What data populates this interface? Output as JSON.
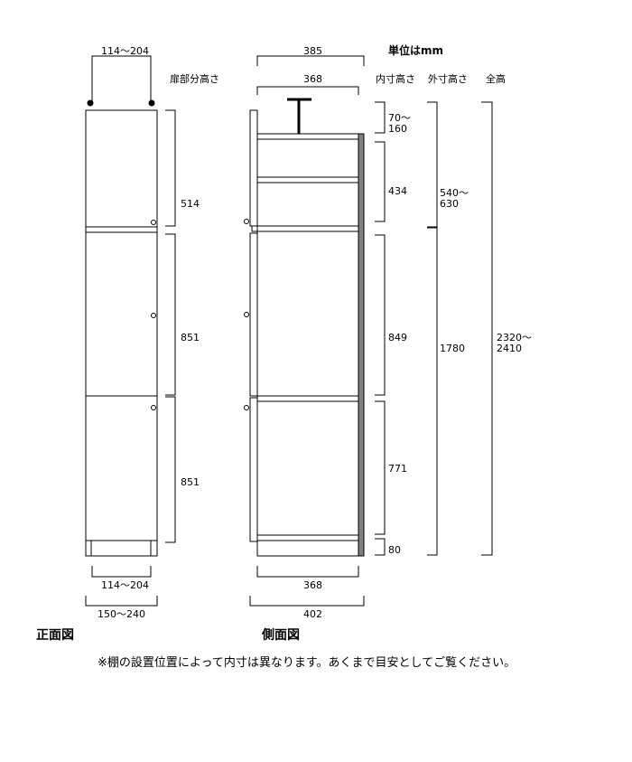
{
  "unit_label": "単位はmm",
  "col_headers": {
    "door_height": "扉部分高さ",
    "inner_height": "内寸高さ",
    "outer_height": "外寸高さ",
    "total_height": "全高"
  },
  "front": {
    "title": "正面図",
    "top_width": "114〜204",
    "bottom_inner_width": "114〜204",
    "bottom_outer_width": "150〜240",
    "door_heights": [
      "514",
      "851",
      "851"
    ]
  },
  "side": {
    "title": "側面図",
    "top_outer": "385",
    "top_inner": "368",
    "bottom_inner": "368",
    "bottom_outer": "402",
    "inner_heights": [
      "70〜\n160",
      "434",
      "849",
      "771",
      "80"
    ],
    "outer_heights": [
      "540〜\n630",
      "1780"
    ],
    "total_height": "2320〜\n2410"
  },
  "footnote": "※棚の設置位置によって内寸は異なります。あくまで目安としてご覧ください。",
  "colors": {
    "line": "#000000",
    "back_panel": "#808080"
  }
}
